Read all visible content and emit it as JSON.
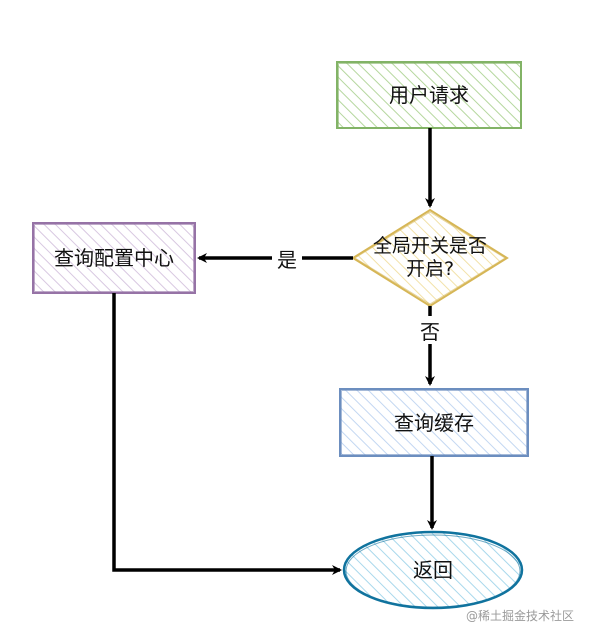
{
  "nodes": {
    "user_request": {
      "label": "用户请求"
    },
    "decision": {
      "label": "全局开关是否\n开启?"
    },
    "query_config": {
      "label": "查询配置中心"
    },
    "query_cache": {
      "label": "查询缓存"
    },
    "return": {
      "label": "返回"
    }
  },
  "edges": {
    "yes_label": "是",
    "no_label": "否"
  },
  "colors": {
    "green_stroke": "#82b366",
    "green_fill": "#d5e8d4",
    "yellow_stroke": "#d6b656",
    "yellow_fill": "#fff2cc",
    "purple_stroke": "#9673a6",
    "purple_fill": "#e1d5e7",
    "blue_stroke": "#6c8ebf",
    "blue_fill": "#dae8fc",
    "teal_stroke": "#10739e",
    "teal_fill": "#b1ddf0",
    "arrow": "#000000"
  },
  "watermark": "@稀土掘金技术社区"
}
